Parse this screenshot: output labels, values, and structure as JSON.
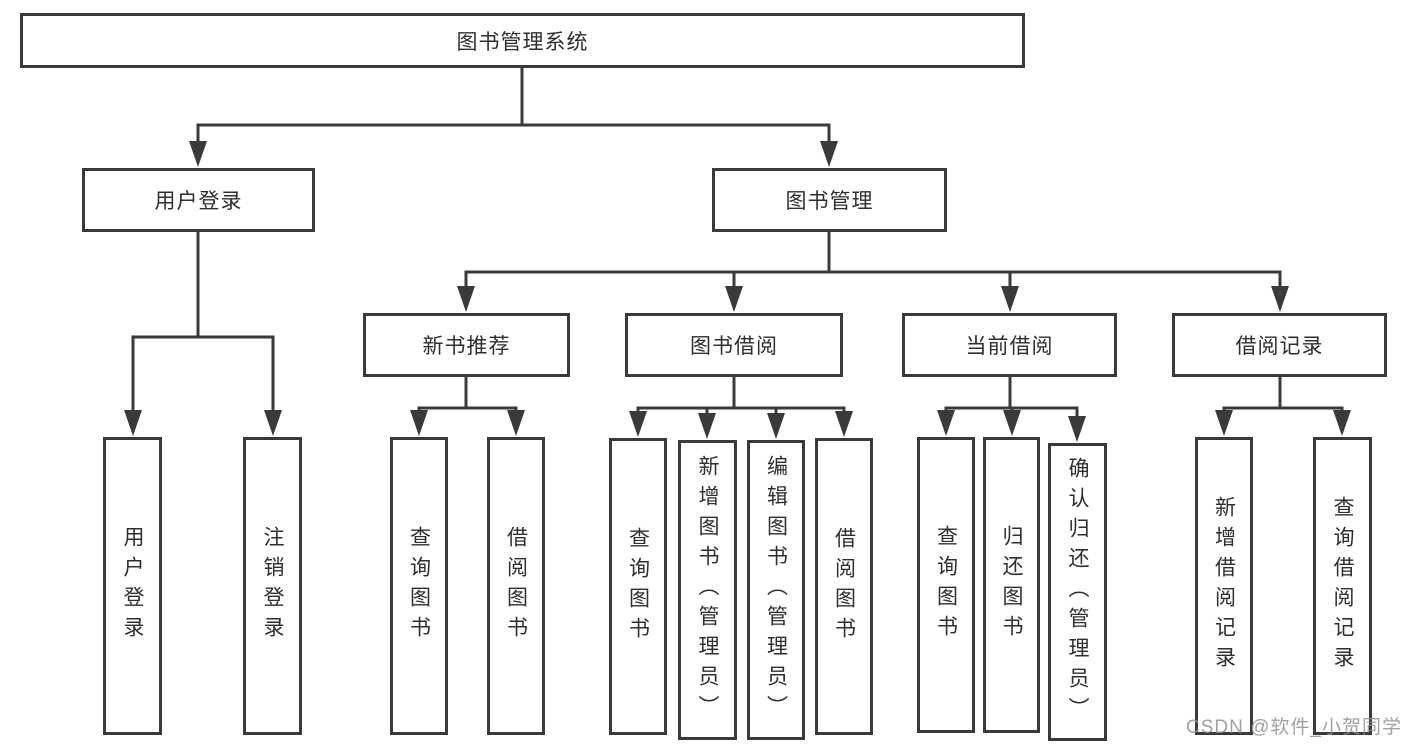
{
  "root_label": "图书管理系统",
  "branches": [
    {
      "label": "用户登录",
      "children": [
        {
          "label": "用户登录"
        },
        {
          "label": "注销登录"
        }
      ]
    },
    {
      "label": "图书管理",
      "children": [
        {
          "label": "新书推荐",
          "children": [
            {
              "label": "查询图书"
            },
            {
              "label": "借阅图书"
            }
          ]
        },
        {
          "label": "图书借阅",
          "children": [
            {
              "label": "查询图书"
            },
            {
              "label": "新增图书（管理员）"
            },
            {
              "label": "编辑图书（管理员）"
            },
            {
              "label": "借阅图书"
            }
          ]
        },
        {
          "label": "当前借阅",
          "children": [
            {
              "label": "查询图书"
            },
            {
              "label": "归还图书"
            },
            {
              "label": "确认归还（管理员）"
            }
          ]
        },
        {
          "label": "借阅记录",
          "children": [
            {
              "label": "新增借阅记录"
            },
            {
              "label": "查询借阅记录"
            }
          ]
        }
      ]
    }
  ],
  "watermark": "CSDN @软件_小贺同学",
  "colors": {
    "line": "#3a3a3a",
    "text": "#2f2f2f",
    "watermark": "#a9a9a9",
    "background": "#ffffff"
  }
}
